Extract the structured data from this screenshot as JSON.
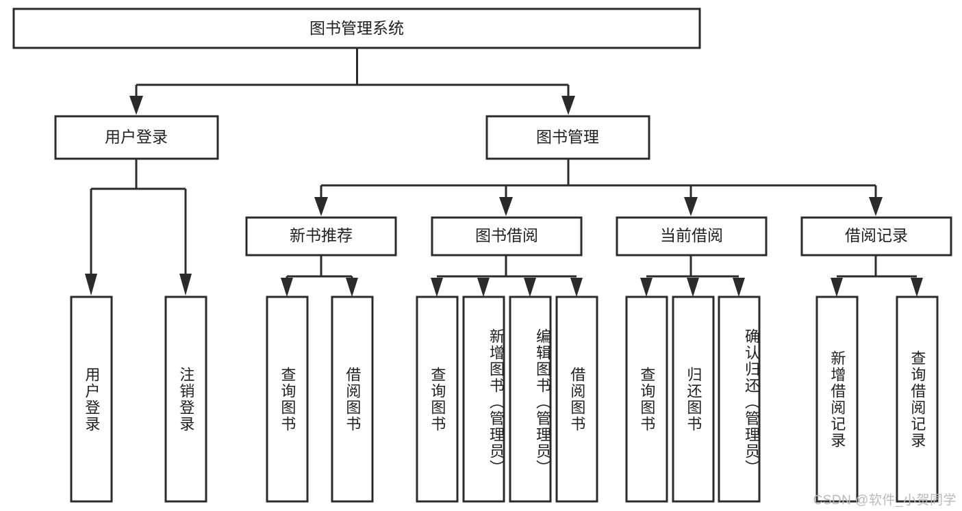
{
  "diagram": {
    "type": "tree-hierarchy",
    "orientation": "top-down",
    "title_node": {
      "label": "图书管理系统"
    },
    "level1": [
      {
        "id": "user-login",
        "label": "用户登录"
      },
      {
        "id": "book-manage",
        "label": "图书管理"
      }
    ],
    "level2": [
      {
        "id": "new-book-recommend",
        "label": "新书推荐",
        "parent": "book-manage"
      },
      {
        "id": "book-borrow",
        "label": "图书借阅",
        "parent": "book-manage"
      },
      {
        "id": "current-borrow",
        "label": "当前借阅",
        "parent": "book-manage"
      },
      {
        "id": "borrow-record",
        "label": "借阅记录",
        "parent": "book-manage"
      }
    ],
    "leaves": {
      "user_login": [
        {
          "id": "leaf-user-login",
          "label": "用户登录"
        },
        {
          "id": "leaf-logout-login",
          "label": "注销登录"
        }
      ],
      "new_book_recommend": [
        {
          "id": "leaf-query-book-1",
          "label": "查询图书"
        },
        {
          "id": "leaf-borrow-book-1",
          "label": "借阅图书"
        }
      ],
      "book_borrow": [
        {
          "id": "leaf-query-book-2",
          "label": "查询图书"
        },
        {
          "id": "leaf-add-book",
          "label": "新增图书（管理员）"
        },
        {
          "id": "leaf-edit-book",
          "label": "编辑图书（管理员）"
        },
        {
          "id": "leaf-borrow-book-2",
          "label": "借阅图书"
        }
      ],
      "current_borrow": [
        {
          "id": "leaf-query-book-3",
          "label": "查询图书"
        },
        {
          "id": "leaf-return-book",
          "label": "归还图书"
        },
        {
          "id": "leaf-confirm-return",
          "label": "确认归还（管理员）"
        }
      ],
      "borrow_record": [
        {
          "id": "leaf-add-record",
          "label": "新增借阅记录"
        },
        {
          "id": "leaf-query-record",
          "label": "查询借阅记录"
        }
      ]
    },
    "colors": {
      "stroke": "#2b2b2b",
      "fill": "#ffffff",
      "text": "#1f1f1f",
      "watermark": "#b9b9b9",
      "background": "#ffffff"
    }
  },
  "watermark": {
    "text": "CSDN @软件_小贺同学"
  }
}
